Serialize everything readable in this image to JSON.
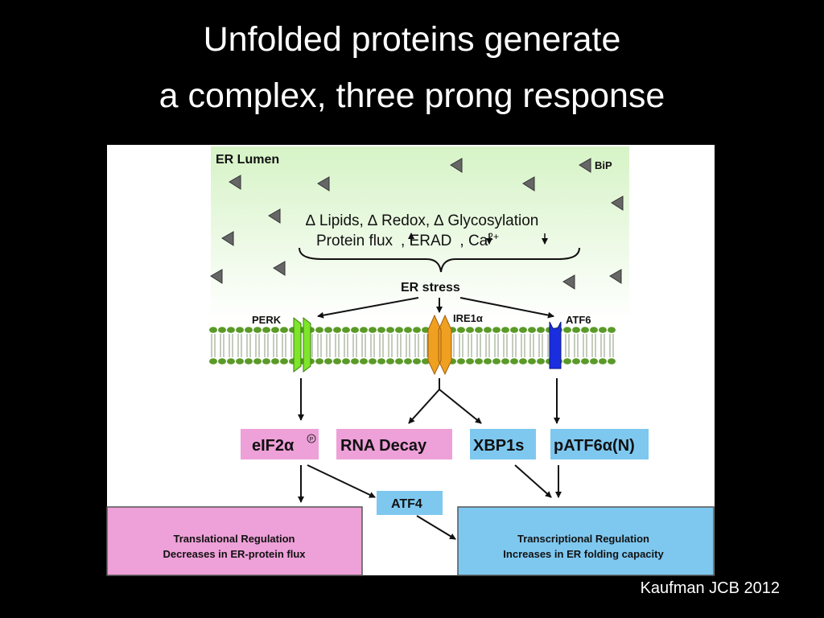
{
  "slide": {
    "title_line1": "Unfolded proteins generate",
    "title_line2": "a complex, three prong response",
    "citation": "Kaufman JCB 2012"
  },
  "diagram": {
    "lumen_label": "ER Lumen",
    "bip_label": "BiP",
    "stress_factors_line1": "∆ Lipids, ∆ Redox, ∆ Glycosylation",
    "stress_factors_line2a": "Protein flux",
    "stress_factors_line2b": ",   ERAD",
    "stress_factors_line2c": ", Ca",
    "stress_factors_superscript": "2+",
    "er_stress_label": "ER stress",
    "sensors": {
      "perk": "PERK",
      "ire1": "IRE1α",
      "atf6": "ATF6"
    },
    "outputs": {
      "eif2a": "eIF2α",
      "eif2a_mark": "P",
      "rna_decay": "RNA Decay",
      "xbp1s": "XBP1s",
      "patf6": "pATF6α(N)",
      "atf4": "ATF4"
    },
    "translational": {
      "line1": "Translational Regulation",
      "line2": "Decreases in ER-protein flux"
    },
    "transcriptional": {
      "line1": "Transcriptional Regulation",
      "line2": "Increases in ER folding capacity"
    },
    "colors": {
      "perk": "#7ee52a",
      "ire1": "#f0a020",
      "atf6": "#1a2ee0",
      "pink_box": "#eea0d8",
      "blue_box": "#7ec8f0",
      "lumen_top": "#d8f4c8",
      "membrane_head": "#5a9a28"
    }
  }
}
